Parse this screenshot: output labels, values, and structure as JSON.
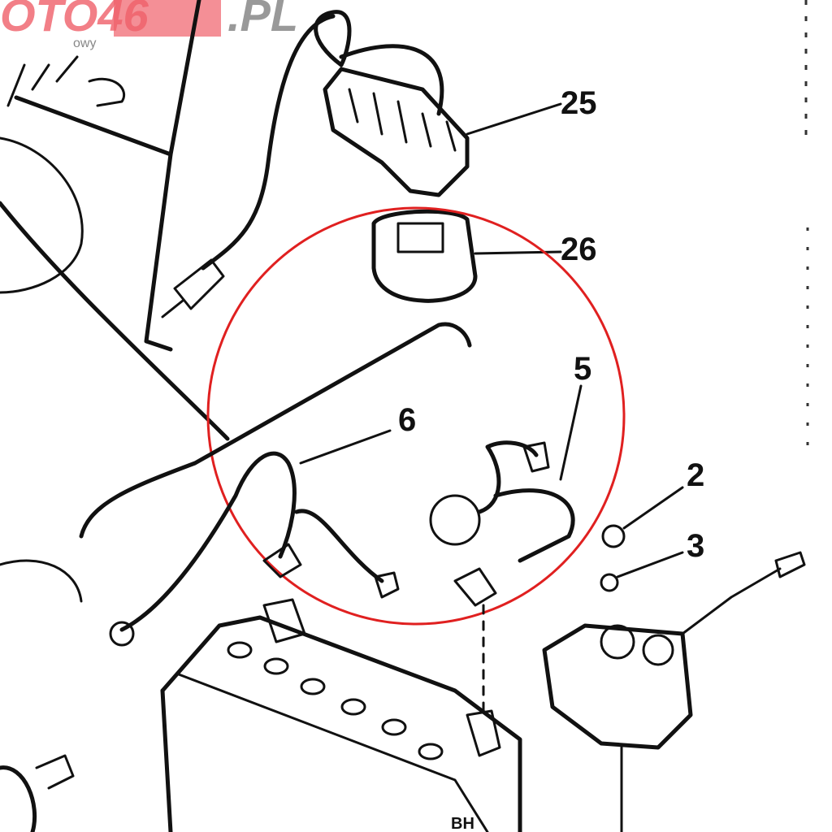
{
  "watermark": {
    "brand": "OTO46",
    "domain": ".PL",
    "tagline": "owy",
    "brand_color": "#f0606a"
  },
  "callouts": [
    {
      "id": "25",
      "label": "25"
    },
    {
      "id": "26",
      "label": "26"
    },
    {
      "id": "5",
      "label": "5"
    },
    {
      "id": "6",
      "label": "6"
    },
    {
      "id": "2",
      "label": "2"
    },
    {
      "id": "3",
      "label": "3"
    }
  ],
  "highlight": {
    "color": "#e02020",
    "encircles": [
      "26",
      "5",
      "6"
    ]
  },
  "battery_marking": "BH"
}
